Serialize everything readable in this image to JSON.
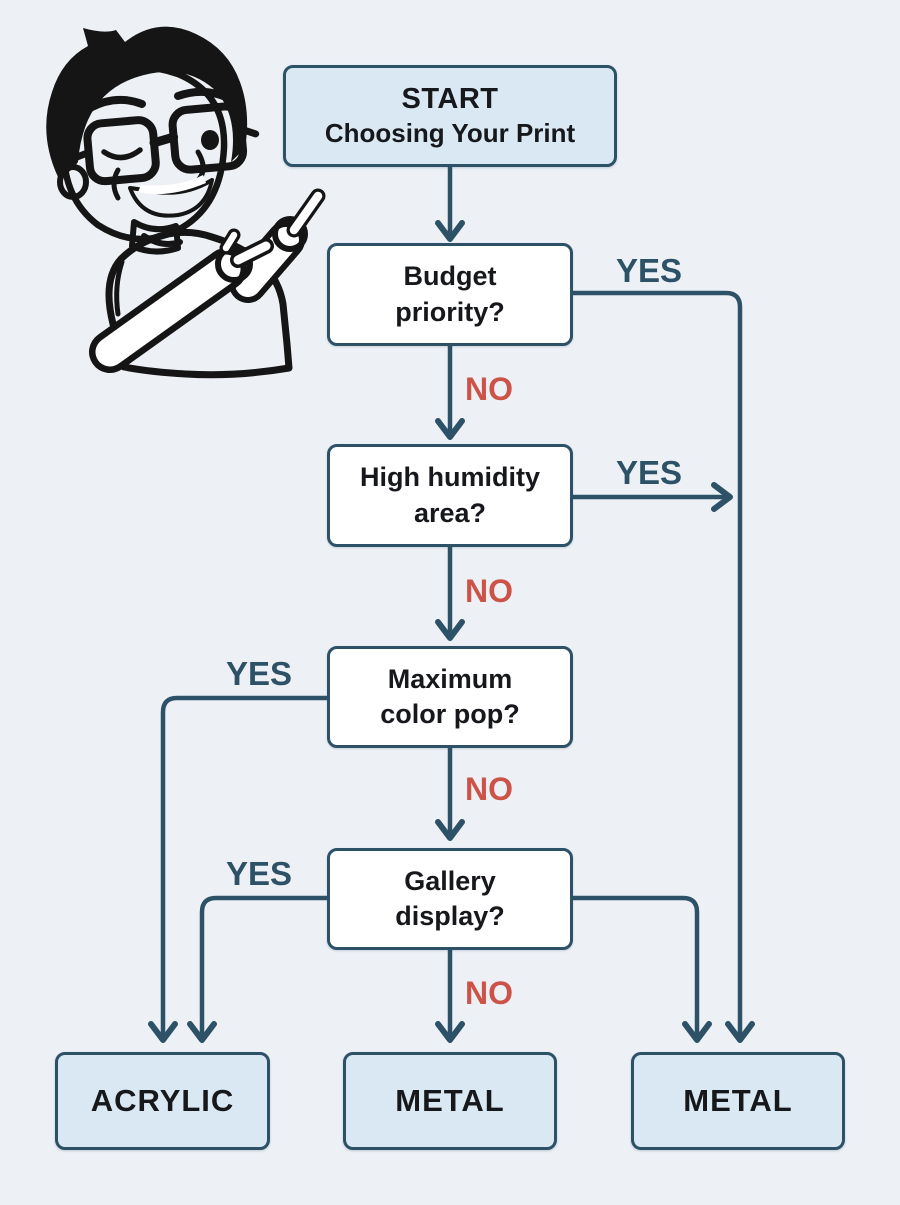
{
  "mascot": {
    "alt": "Winking cartoon man with glasses and blue t-shirt pointing at the flowchart"
  },
  "nodes": {
    "start": {
      "title": "START",
      "subtitle": "Choosing Your Print"
    },
    "budget": {
      "label": "Budget\npriority?"
    },
    "humidity": {
      "label": "High humidity\narea?"
    },
    "colorpop": {
      "label": "Maximum\ncolor pop?"
    },
    "gallery": {
      "label": "Gallery\ndisplay?"
    },
    "acrylic": {
      "label": "ACRYLIC"
    },
    "metal_center": {
      "label": "METAL"
    },
    "metal_right": {
      "label": "METAL"
    }
  },
  "edges": {
    "budget_yes": "YES",
    "budget_no": "NO",
    "humidity_yes": "YES",
    "humidity_no": "NO",
    "colorpop_yes": "YES",
    "colorpop_no": "NO",
    "gallery_yes": "YES",
    "gallery_no": "NO"
  },
  "colors": {
    "background": "#edf1f6",
    "line": "#2d5166",
    "box_border": "#2d5166",
    "start_fill": "#d9e8f2",
    "terminal_fill": "#d9e8f2",
    "question_fill": "#ffffff",
    "yes_label": "#2d5166",
    "no_label": "#cd5348",
    "box_text": "#16181c",
    "shirt_blue": "#2a9fd8"
  }
}
